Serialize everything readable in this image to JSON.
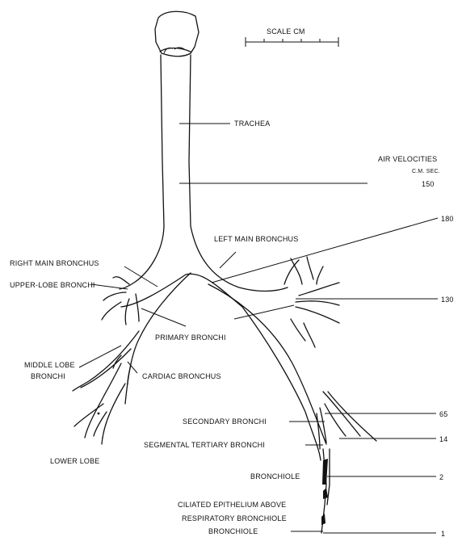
{
  "scale": {
    "label": "SCALE CM"
  },
  "velocity_header": {
    "title": "AIR VELOCITIES",
    "unit": "C.M. SEC."
  },
  "labels": {
    "trachea": "TRACHEA",
    "left_main_bronchus": "LEFT MAIN BRONCHUS",
    "right_main_bronchus": "RIGHT MAIN BRONCHUS",
    "upper_lobe_bronchi": "UPPER-LOBE BRONCHI",
    "primary_bronchi": "PRIMARY BRONCHI",
    "middle_lobe_line1": "MIDDLE LOBE",
    "middle_lobe_line2": "BRONCHI",
    "cardiac_bronchus": "CARDIAC BRONCHUS",
    "lower_lobe": "LOWER LOBE",
    "secondary_bronchi": "SECONDARY BRONCHI",
    "segmental_tertiary_bronchi": "SEGMENTAL TERTIARY BRONCHI",
    "bronchiole": "BRONCHIOLE",
    "ciliated_line1": "CILIATED EPITHELIUM ABOVE",
    "ciliated_line2": "RESPIRATORY BRONCHIOLE",
    "ciliated_line3": "BRONCHIOLE"
  },
  "velocities": {
    "trachea": "150",
    "left_main_bronchus": "180",
    "primary_bronchi": "130",
    "secondary_bronchi": "65",
    "segmental_tertiary_bronchi": "14",
    "bronchiole": "2",
    "respiratory_bronchiole": "1"
  }
}
